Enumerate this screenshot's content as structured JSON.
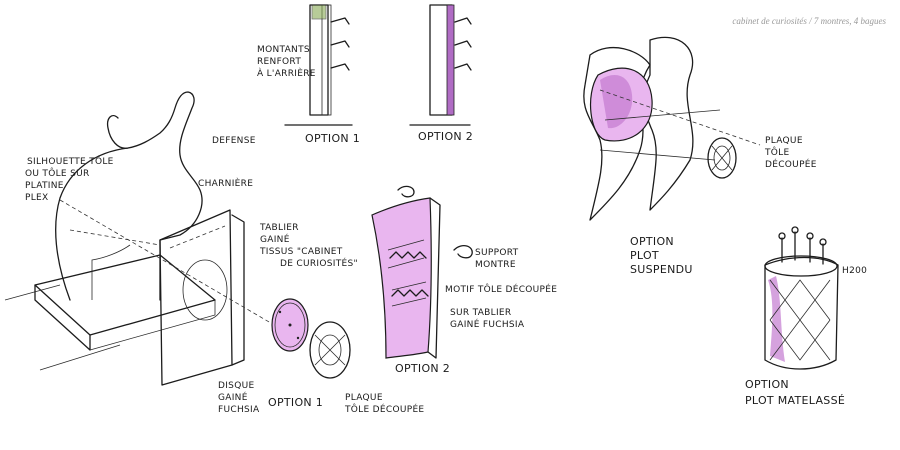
{
  "caption": "cabinet de curiosités / 7 montres, 4 bagues",
  "labels": {
    "montants": [
      "MONTANTS",
      "RENFORT",
      "À L'ARRIÈRE"
    ],
    "option1_top": "OPTION 1",
    "option2_top": "OPTION 2",
    "silhouette": [
      "SILHOUETTE TÔLE",
      "OU TÔLE SUR",
      "PLATINE",
      "PLEX"
    ],
    "defense": "DEFENSE",
    "charnieres": "CHARNIÈRE",
    "tablier": [
      "TABLIER",
      "GAINÉ",
      "TISSUS \"CABINET",
      "DE CURIOSITÉS\""
    ],
    "support": [
      "SUPPORT",
      "MONTRE"
    ],
    "motif": "MOTIF TÔLE DÉCOUPÉE",
    "surtablier": [
      "SUR TABLIER",
      "GAINÉ FUCHSIA"
    ],
    "option2_mid": "OPTION 2",
    "disque": [
      "DISQUE",
      "GAINÉ",
      "FUCHSIA"
    ],
    "option1_bottom": "OPTION 1",
    "plaque_bottom": [
      "PLAQUE",
      "TÔLE DÉCOUPÉE"
    ],
    "plaque_right": [
      "PLAQUE",
      "TÔLE",
      "DÉCOUPÉE"
    ],
    "plot_suspendu": [
      "OPTION",
      "PLOT",
      "SUSPENDU"
    ],
    "h200": "H200",
    "plot_matelasse": [
      "OPTION",
      "PLOT MATELASSÉ"
    ]
  },
  "colors": {
    "ink": "#1c1c1c",
    "accent": "#d98be6",
    "caption": "#9a9a9a"
  },
  "icons": [
    "elephant-silhouette",
    "watch-support-icon"
  ]
}
